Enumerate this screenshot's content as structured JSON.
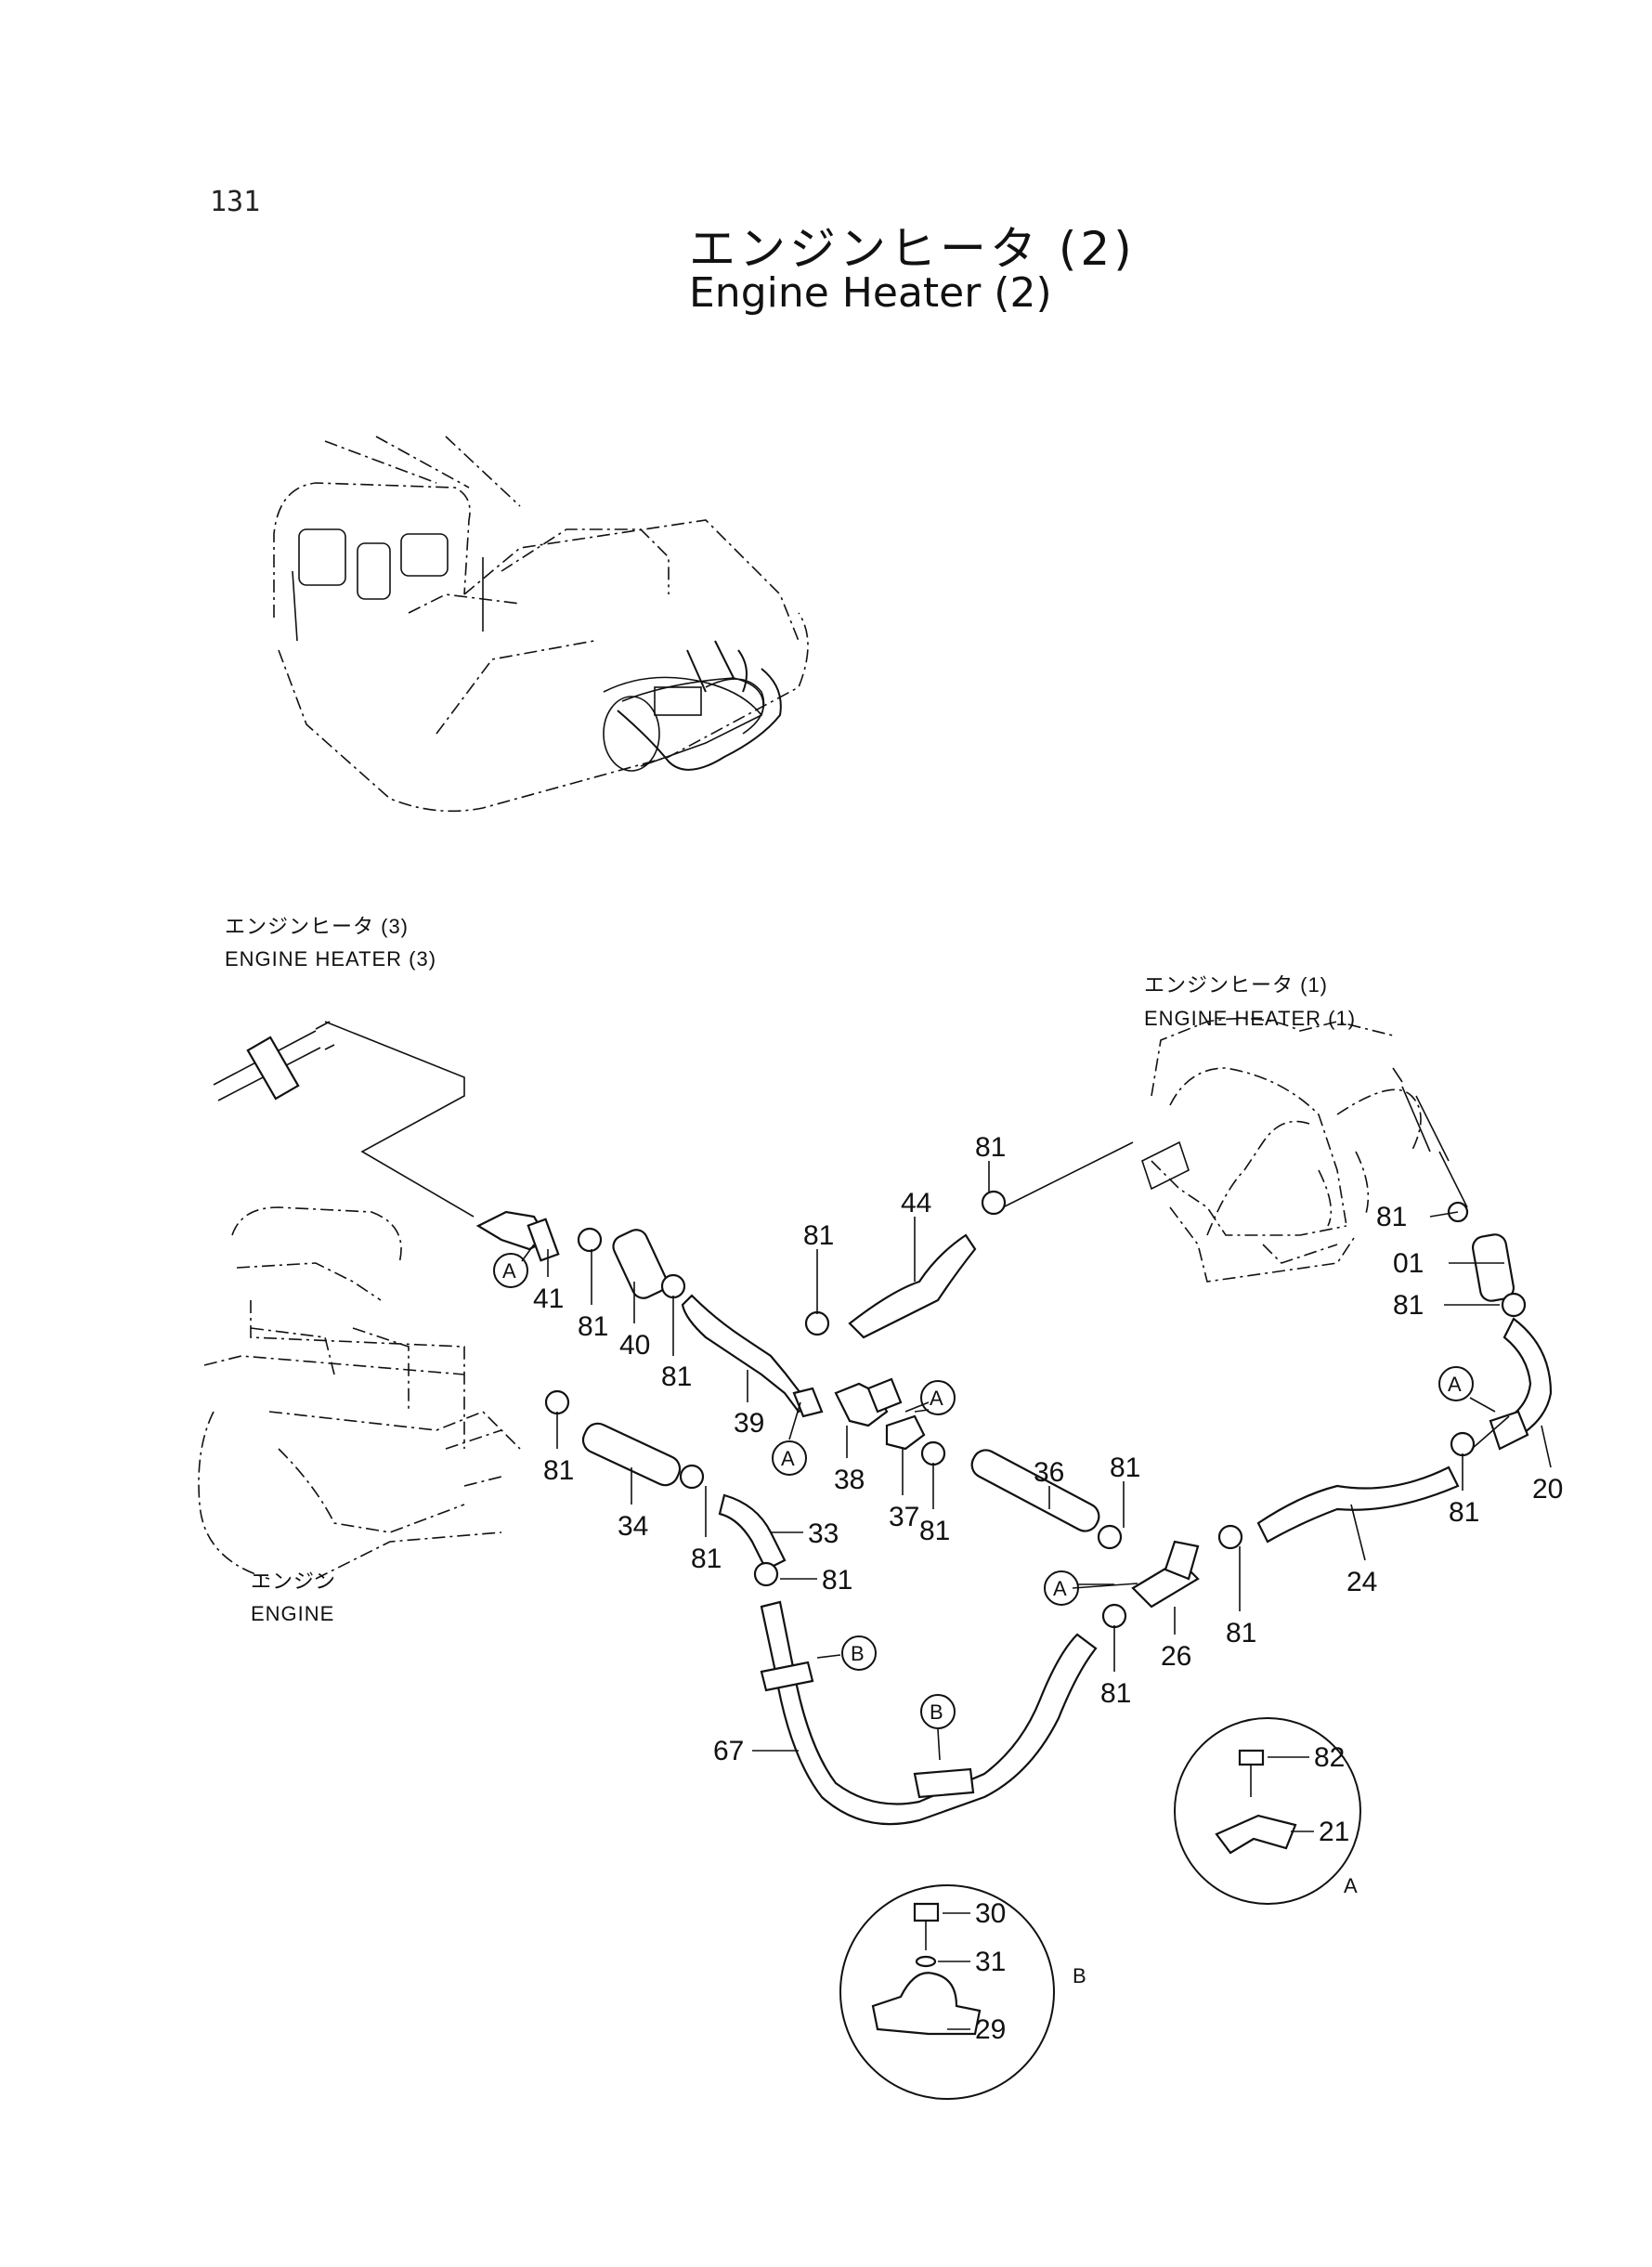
{
  "page": {
    "number": "131",
    "title_jp": "エンジンヒータ (2)",
    "title_en": "Engine Heater (2)"
  },
  "references": {
    "engine_heater_3_jp": "エンジンヒータ (3)",
    "engine_heater_3_en": "ENGINE HEATER (3)",
    "engine_heater_1_jp": "エンジンヒータ (1)",
    "engine_heater_1_en": "ENGINE HEATER (1)",
    "engine_jp": "エンジン",
    "engine_en": "ENGINE"
  },
  "detail_markers": {
    "a": "A",
    "b": "B"
  },
  "callouts": {
    "c01": "01",
    "c20": "20",
    "c21": "21",
    "c24": "24",
    "c26": "26",
    "c29": "29",
    "c30": "30",
    "c31": "31",
    "c33": "33",
    "c34": "34",
    "c36": "36",
    "c37": "37",
    "c38": "38",
    "c39": "39",
    "c40": "40",
    "c41": "41",
    "c44": "44",
    "c67": "67",
    "c81": "81",
    "c82": "82"
  }
}
